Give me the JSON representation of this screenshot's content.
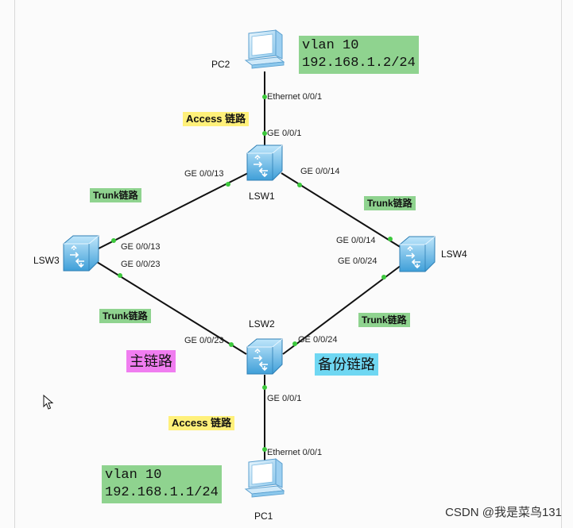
{
  "devices": {
    "pc2": "PC2",
    "pc1": "PC1",
    "lsw1": "LSW1",
    "lsw2": "LSW2",
    "lsw3": "LSW3",
    "lsw4": "LSW4"
  },
  "info_boxes": {
    "pc2_vlan": "vlan 10",
    "pc2_ip": "192.168.1.2/24",
    "pc1_vlan": "vlan 10",
    "pc1_ip": "192.168.1.1/24"
  },
  "ports": {
    "pc2_eth": "Ethernet 0/0/1",
    "lsw1_ge1": "GE 0/0/1",
    "lsw1_ge13": "GE 0/0/13",
    "lsw1_ge14": "GE 0/0/14",
    "lsw3_ge13": "GE 0/0/13",
    "lsw3_ge23": "GE 0/0/23",
    "lsw4_ge14": "GE 0/0/14",
    "lsw4_ge24": "GE 0/0/24",
    "lsw2_ge23": "GE 0/0/23",
    "lsw2_ge24": "GE 0/0/24",
    "lsw2_ge1": "GE 0/0/1",
    "pc1_eth": "Ethernet 0/0/1"
  },
  "link_tags": {
    "access_top": "Access 链路",
    "trunk_lsw1_lsw3": "Trunk链路",
    "trunk_lsw1_lsw4": "Trunk链路",
    "trunk_lsw3_lsw2": "Trunk链路",
    "trunk_lsw4_lsw2": "Trunk链路",
    "main_link": "主链路",
    "backup_link": "备份链路",
    "access_bottom": "Access 链路"
  },
  "watermark": "CSDN @我是菜鸟131",
  "colors": {
    "trunk_bg": "#8fd38f",
    "access_bg": "#fff07a",
    "main_bg": "#f07df0",
    "backup_bg": "#6fd7f2",
    "port_dot": "#3cc83c",
    "switch_blue": "#5fb6e6"
  }
}
